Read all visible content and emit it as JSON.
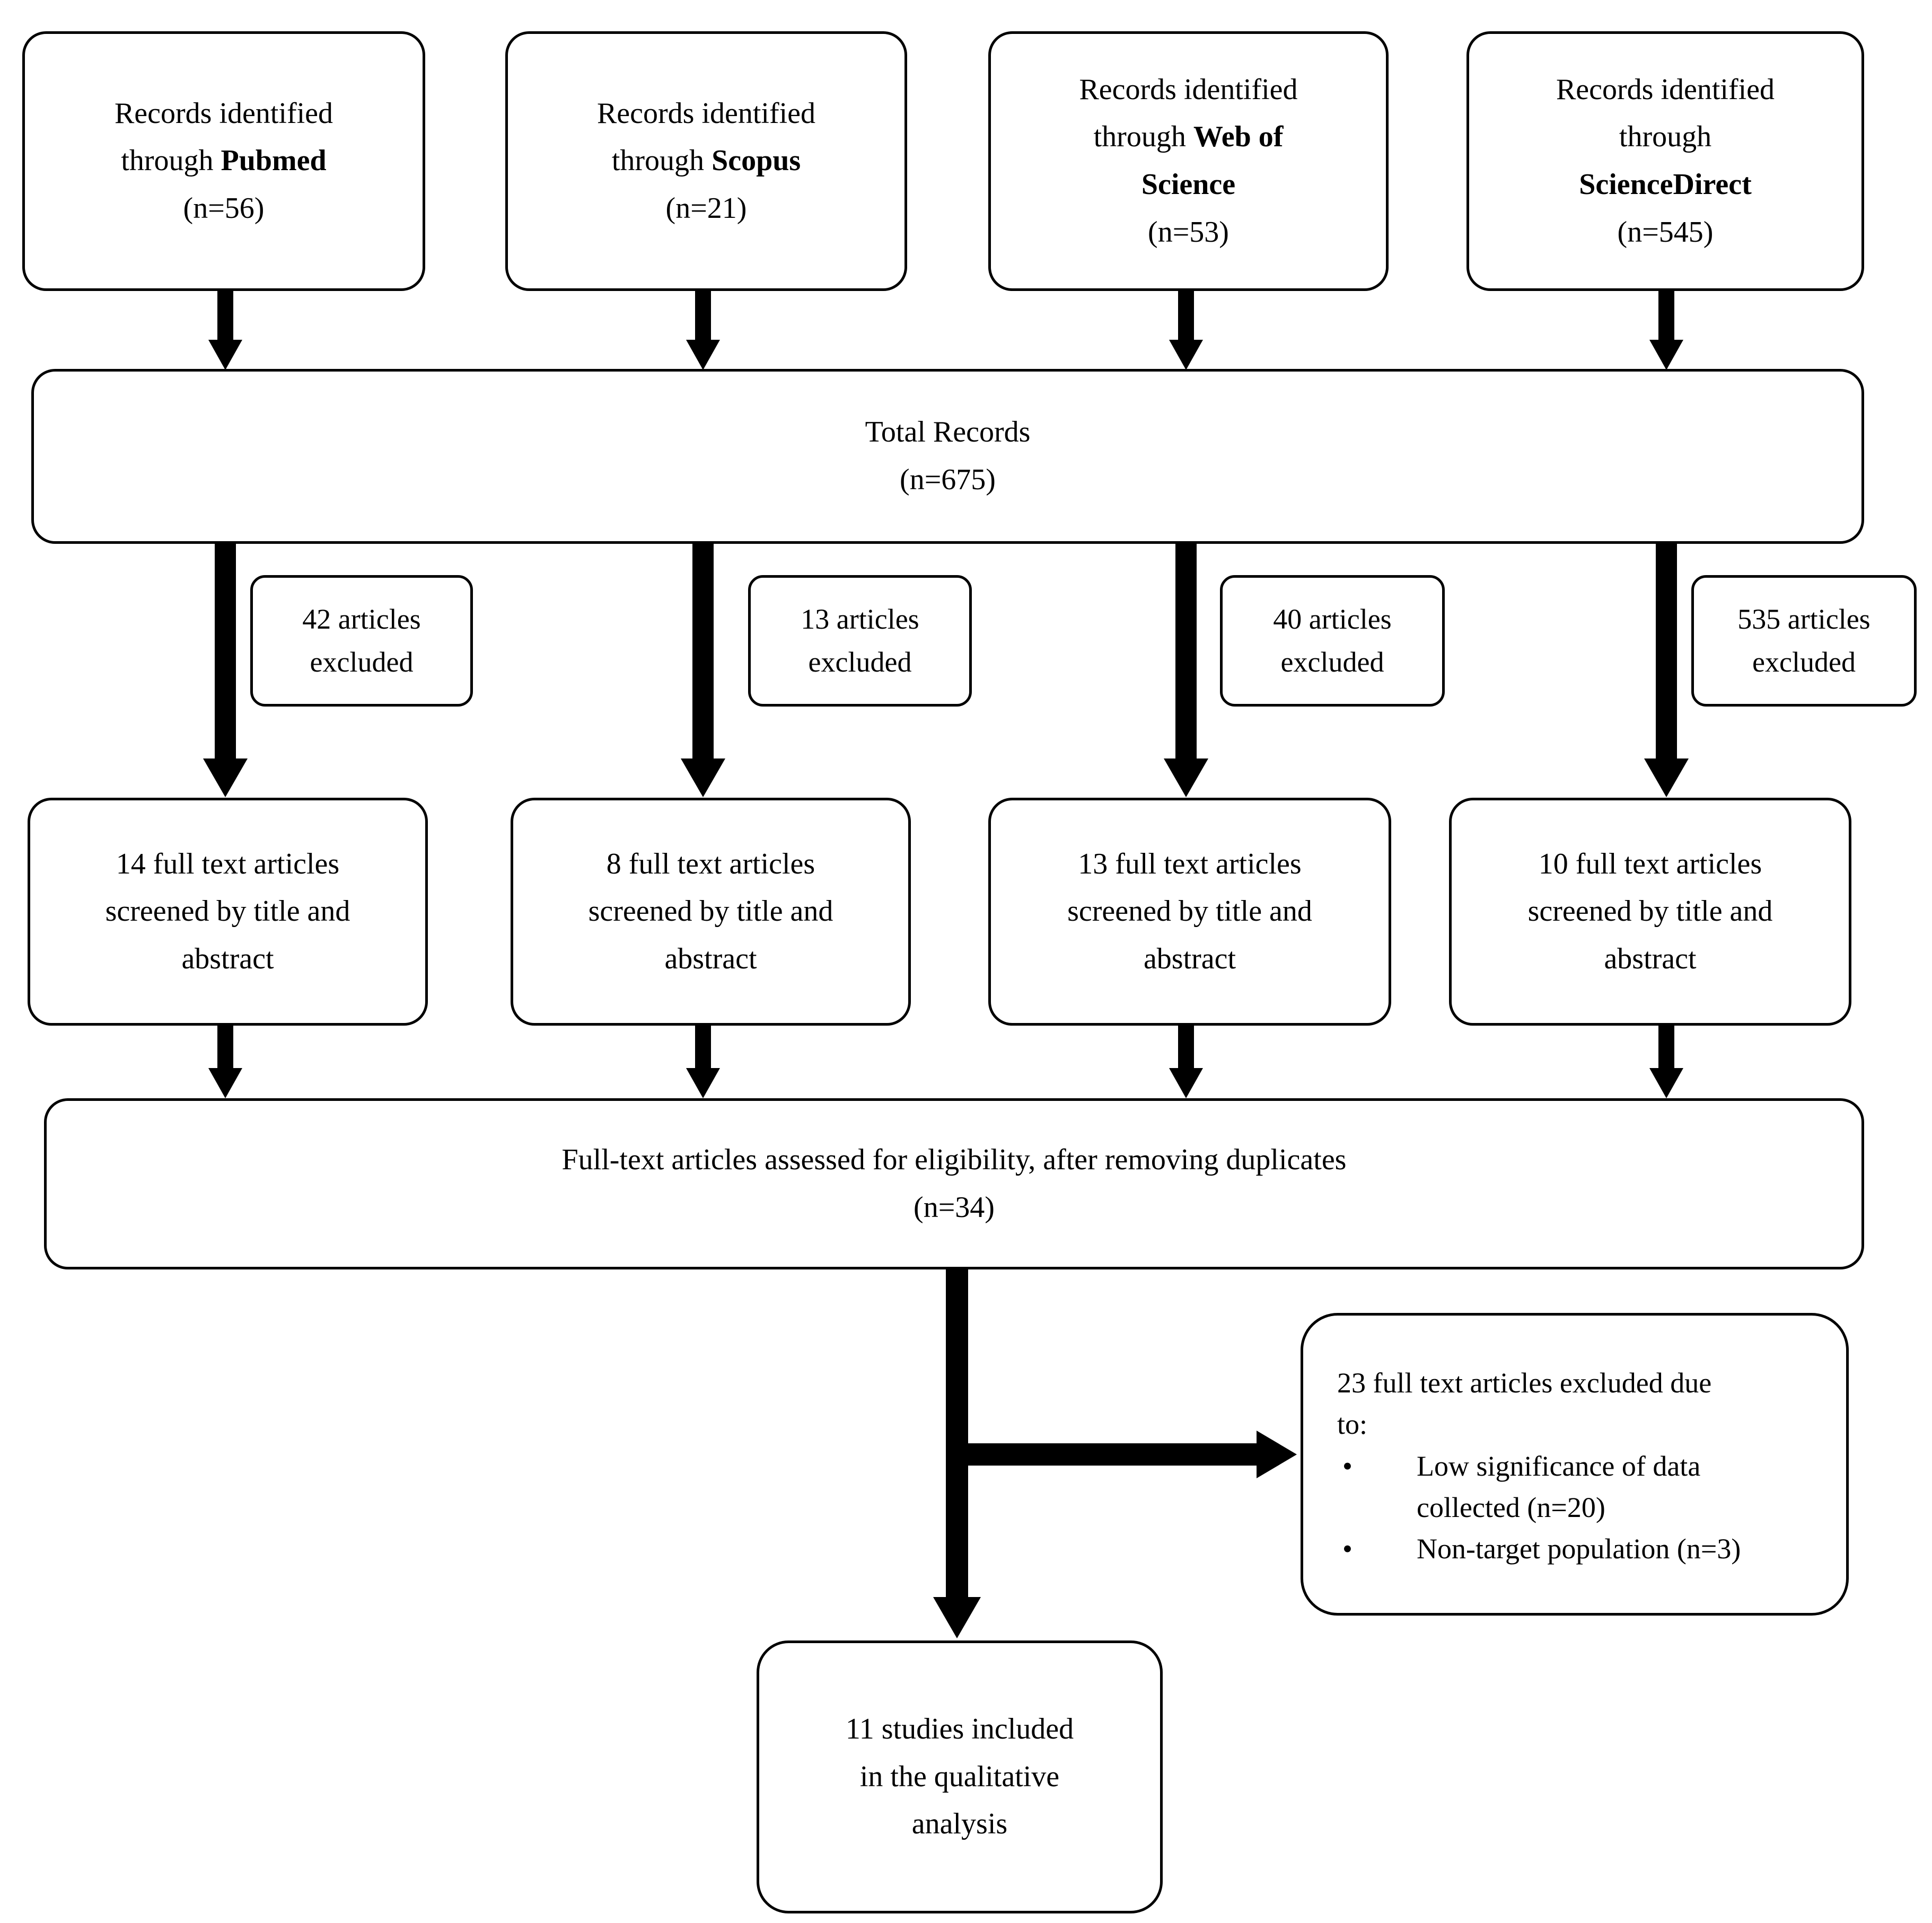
{
  "icons": {
    "bullet": "•"
  },
  "sources": [
    {
      "l1": "Records identified",
      "l2a": "through ",
      "l2b": "Pubmed",
      "count": "(n=56)"
    },
    {
      "l1": "Records identified",
      "l2a": "through ",
      "l2b": "Scopus",
      "count": "(n=21)"
    },
    {
      "l1": "Records identified",
      "l2a": "through ",
      "l2b": "Web of",
      "l3b": "Science",
      "count": "(n=53)"
    },
    {
      "l1": "Records identified",
      "l2a": "through",
      "l2b": "",
      "l3b": "ScienceDirect",
      "count": "(n=545)"
    }
  ],
  "total_box": {
    "title": "Total Records",
    "count": "(n=675)"
  },
  "excluded_boxes": [
    {
      "l1": "42 articles",
      "l2": "excluded"
    },
    {
      "l1": "13 articles",
      "l2": "excluded"
    },
    {
      "l1": "40 articles",
      "l2": "excluded"
    },
    {
      "l1": "535 articles",
      "l2": "excluded"
    }
  ],
  "screened_boxes": [
    {
      "l1": "14 full text articles",
      "l2": "screened by title and",
      "l3": "abstract"
    },
    {
      "l1": "8 full text articles",
      "l2": "screened by title and",
      "l3": "abstract"
    },
    {
      "l1": "13 full text articles",
      "l2": "screened by title and",
      "l3": "abstract"
    },
    {
      "l1": "10 full text articles",
      "l2": "screened by title and",
      "l3": "abstract"
    }
  ],
  "eligibility_box": {
    "l1": "Full-text articles assessed for eligibility, after removing duplicates",
    "count": "(n=34)"
  },
  "fulltext_excluded_box": {
    "l1": "23 full text articles excluded due",
    "l2": "to:",
    "bullets": [
      {
        "line1": "Low significance of data",
        "line2": "collected (n=20)"
      },
      {
        "line1": "Non-target population (n=3)",
        "line2": ""
      }
    ]
  },
  "included_box": {
    "l1": "11 studies included",
    "l2": "in the qualitative",
    "l3": "analysis"
  }
}
